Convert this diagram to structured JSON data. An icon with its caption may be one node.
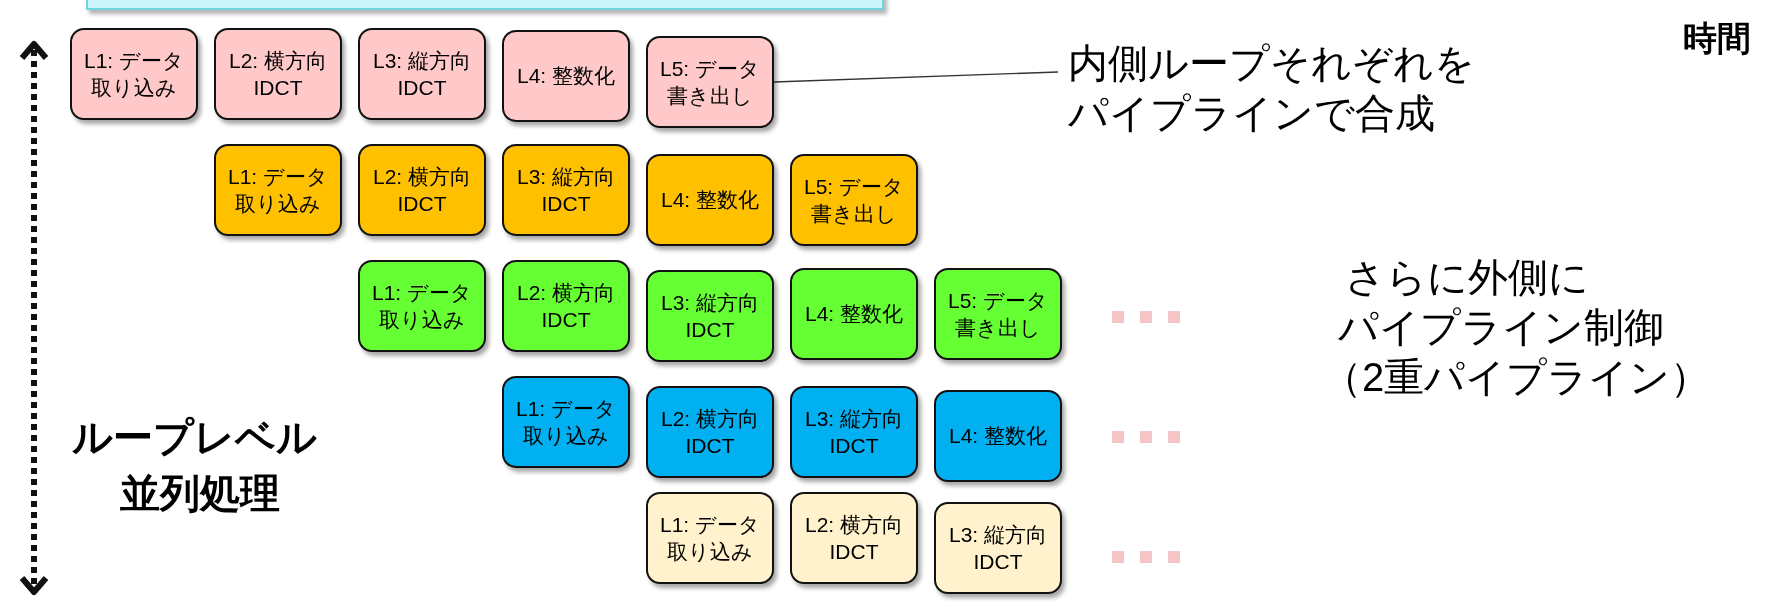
{
  "diagram": {
    "nodes": [
      {
        "text": [
          "L1: データ取り込み"
        ]
      },
      {
        "text": [
          "L2: 横方向 IDCT"
        ]
      },
      {
        "text": [
          "L3: 縦方向 IDCT"
        ]
      },
      {
        "text": [
          "L4: 整数化"
        ]
      },
      {
        "text": [
          "L5: データ書き出し"
        ]
      },
      {
        "text": [
          "L1: データ取り込み"
        ]
      },
      {
        "text": [
          "L2: 横方向 IDCT"
        ]
      },
      {
        "text": [
          "L3: 縦方向 IDCT"
        ]
      },
      {
        "text": [
          "L4: 整数化"
        ]
      },
      {
        "text": [
          "L5: データ書き出し"
        ]
      },
      {
        "text": [
          "L1: データ取り込み"
        ]
      },
      {
        "text": [
          "L2: 横方向 IDCT"
        ]
      },
      {
        "text": [
          "L3: 縦方向 IDCT"
        ]
      },
      {
        "text": [
          "L4: 整数化"
        ]
      },
      {
        "text": [
          "L5: データ書き出し"
        ]
      },
      {
        "text": [
          "L1: データ取り込み"
        ]
      },
      {
        "text": [
          "L2: 横方向 IDCT"
        ]
      },
      {
        "text": [
          "L3: 縦方向 IDCT"
        ]
      },
      {
        "text": [
          "L4: 整数化"
        ]
      },
      {
        "text": [
          "L1: データ取り込み"
        ]
      },
      {
        "text": [
          "L2: 横方向 IDCT"
        ]
      },
      {
        "text": [
          "L3: 縦方向 IDCT"
        ]
      },
      {
        "text": [
          "内側ループそれぞれをパイプラインで合成"
        ]
      }
    ],
    "edges": [
      {
        "from": 4,
        "to": 22,
        "arrow": "none"
      }
    ],
    "labels": [
      "時間",
      "さらに外側に",
      "パイプライン制御",
      "（2重パイプライン）",
      "ループレベル",
      "並列処理"
    ]
  }
}
